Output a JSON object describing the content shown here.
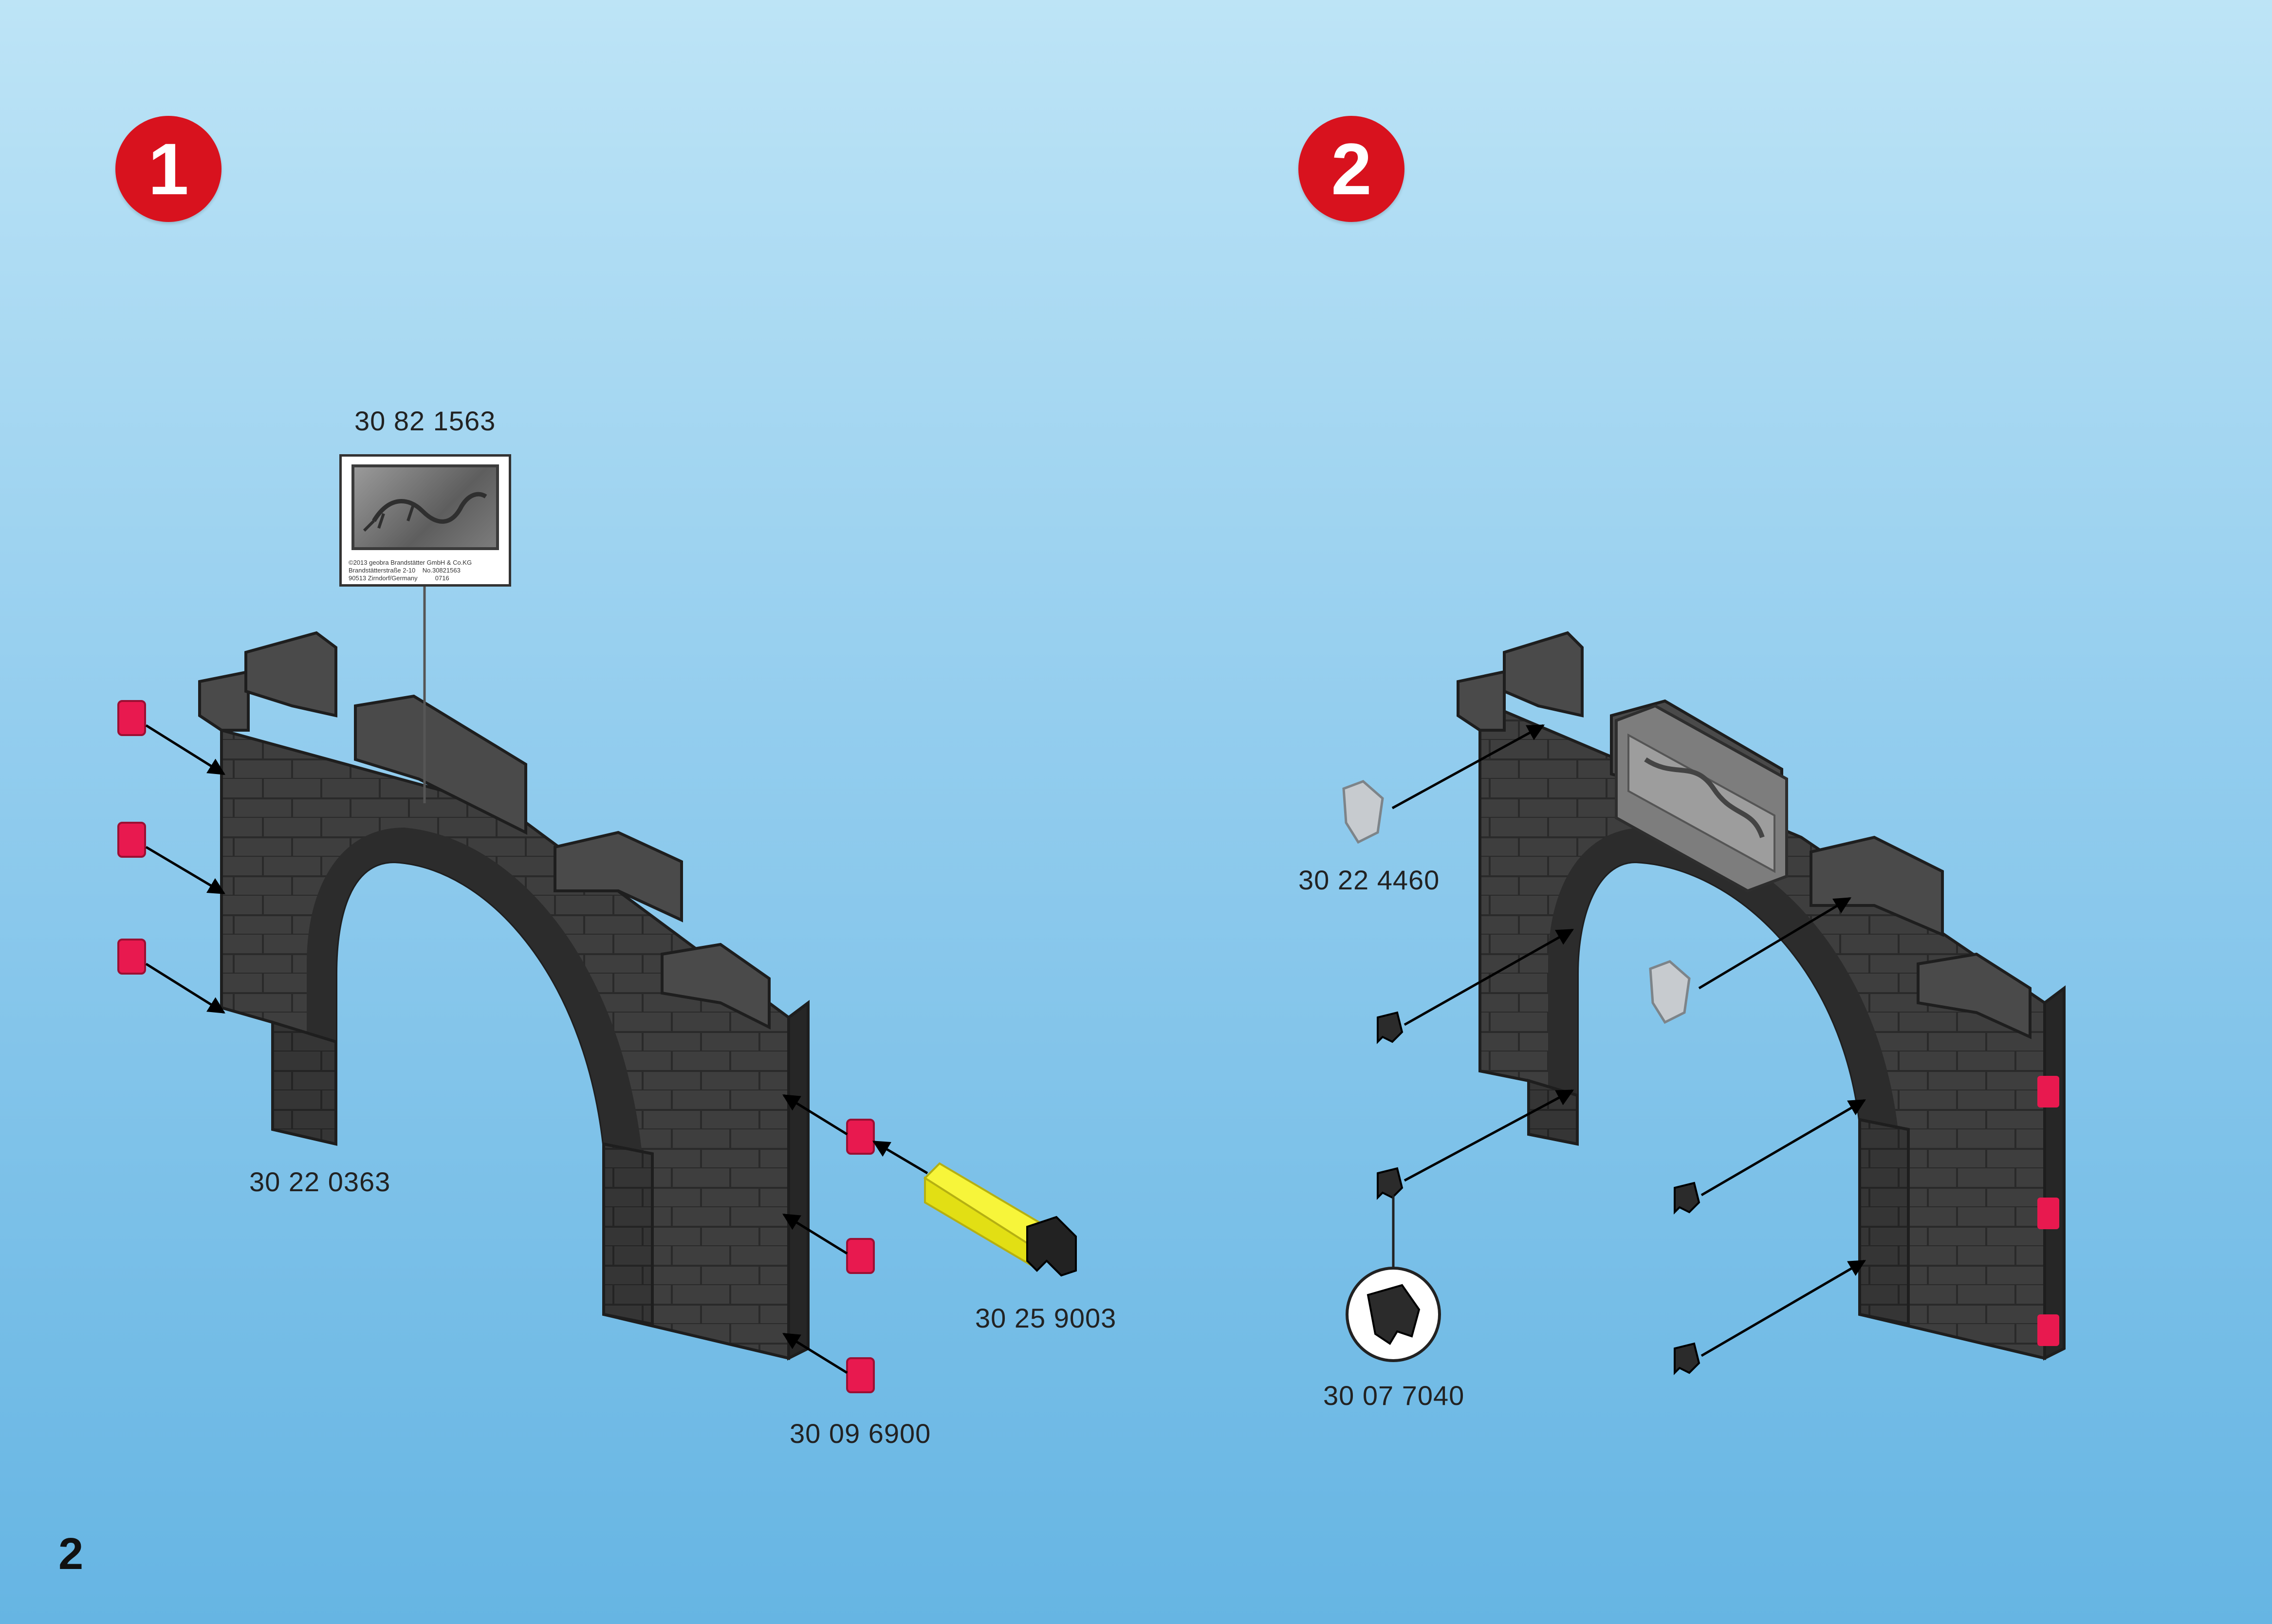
{
  "page": {
    "number": "2"
  },
  "steps": [
    {
      "number": "1"
    },
    {
      "number": "2"
    }
  ],
  "step1": {
    "sticker_label": "30 82 1563",
    "wall_label": "30 22 0363",
    "key_label": "30 25 9003",
    "connector_label": "30 09 6900",
    "sticker_fineprint": "©2013 geobra Brandstätter GmbH & Co.KG\nBrandstätterstraße 2-10    No.30821563\n90513 Zirndorf/Germany          0716"
  },
  "step2": {
    "gray_clip_label": "30 22 4460",
    "black_clip_label": "30 07 7040"
  },
  "colors": {
    "badge_red": "#d8121e",
    "wall_dark": "#3e3e3e",
    "connector_pink": "#e8194f",
    "key_yellow": "#f2ef21",
    "clip_gray": "#c7cbcf",
    "clip_black": "#2b2b2b"
  },
  "icons": {
    "step1_wall": "castle-arch-wall-icon",
    "step2_wall": "castle-arch-wall-with-plaque-icon",
    "sticker": "dragon-plaque-sticker-icon",
    "connector": "pink-connector-icon",
    "key": "yellow-key-tool-icon",
    "gray_clip": "gray-clip-icon",
    "black_clip": "black-clip-icon"
  }
}
